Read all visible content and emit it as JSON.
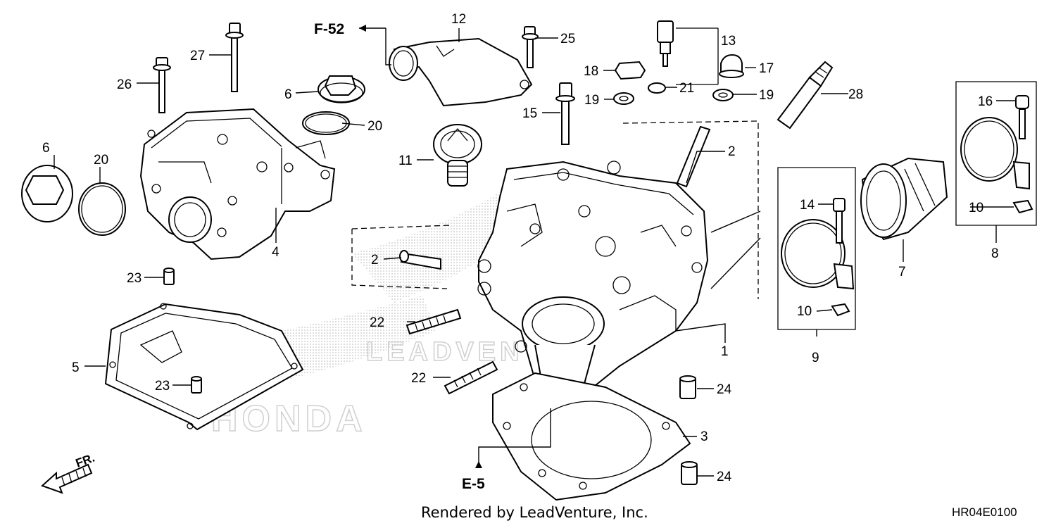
{
  "diagram": {
    "callouts": [
      "1",
      "2",
      "2",
      "3",
      "4",
      "5",
      "6",
      "6",
      "7",
      "8",
      "9",
      "10",
      "10",
      "11",
      "12",
      "13",
      "14",
      "15",
      "16",
      "17",
      "18",
      "19",
      "19",
      "20",
      "20",
      "21",
      "22",
      "22",
      "23",
      "23",
      "24",
      "24",
      "25",
      "26",
      "27",
      "28"
    ],
    "references": {
      "top": "F-52",
      "bottom": "E-5",
      "front": "FR."
    },
    "watermark": {
      "brand": "HONDA",
      "publisher": "LEADVENTURE"
    },
    "footer": {
      "credit": "Rendered by LeadVenture, Inc.",
      "code": "HR04E0100"
    },
    "icons": [
      "front-direction-arrow-icon",
      "reference-arrow-icon"
    ]
  }
}
